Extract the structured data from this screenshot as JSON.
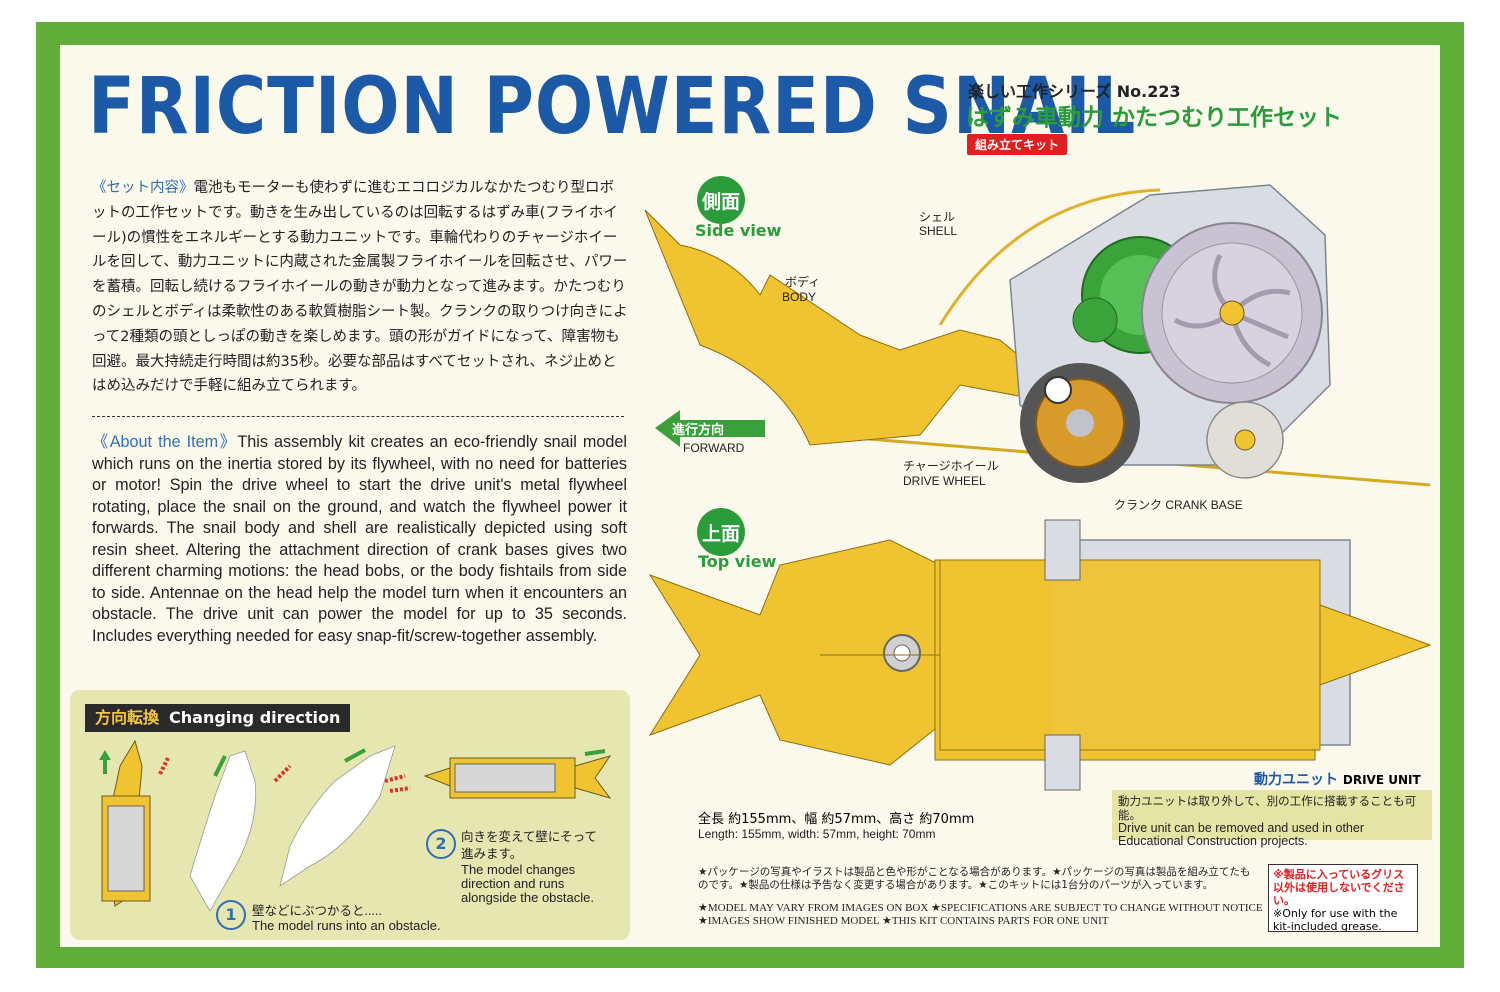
{
  "title": "FRICTION POWERED SNAIL",
  "series": "楽しい工作シリーズ No.223",
  "jp_title": "はずみ車動力 かたつむり工作セット",
  "kit_badge": "組み立てキット",
  "jp_desc_label": "《セット内容》",
  "jp_desc": "電池もモーターも使わずに進むエコロジカルなかたつむり型ロボットの工作セットです。動きを生み出しているのは回転するはずみ車(フライホイール)の慣性をエネルギーとする動力ユニットです。車輪代わりのチャージホイールを回して、動力ユニットに内蔵された金属製フライホイールを回転させ、パワーを蓄積。回転し続けるフライホイールの動きが動力となって進みます。かたつむりのシェルとボディは柔軟性のある軟質樹脂シート製。クランクの取りつけ向きによって2種類の頭としっぽの動きを楽しめます。頭の形がガイドになって、障害物も回避。最大持続走行時間は約35秒。必要な部品はすべてセットされ、ネジ止めとはめ込みだけで手軽に組み立てられます。",
  "en_desc_label": "《About the Item》",
  "en_desc": "This assembly kit creates an eco-friendly snail model which runs on the inertia stored by its flywheel, with no need for batteries or motor! Spin the drive wheel to start the drive unit's metal flywheel rotating, place the snail on the ground, and watch the flywheel power it forwards. The snail body and shell are realistically depicted using soft resin sheet. Altering the attachment direction of crank bases gives two different charming motions: the head bobs, or the body fishtails from side to side. Antennae on the head help the model turn when it encounters an obstacle. The drive unit can power the model for up to 35 seconds. Includes everything needed for easy snap-fit/screw-together assembly.",
  "direction": {
    "header_jp": "方向転換",
    "header_en": "Changing direction",
    "step1_num": "1",
    "step1_jp": "壁などにぶつかると.....",
    "step1_en": "The model runs into an obstacle.",
    "step2_num": "2",
    "step2_jp1": "向きを変えて壁にそって",
    "step2_jp2": "進みます。",
    "step2_en1": "The model changes",
    "step2_en2": "direction and runs",
    "step2_en3": "alongside the obstacle."
  },
  "side_view": {
    "jp": "側面",
    "en": "Side view",
    "shell_jp": "シェル",
    "shell_en": "SHELL",
    "body_jp": "ボディ",
    "body_en": "BODY",
    "forward_jp": "進行方向",
    "forward_en": "FORWARD",
    "wheel_jp": "チャージホイール",
    "wheel_en": "DRIVE WHEEL"
  },
  "top_view": {
    "jp": "上面",
    "en": "Top view",
    "crank_jp": "クランク",
    "crank_en": "CRANK BASE",
    "drive_jp": "動力ユニット",
    "drive_en": "DRIVE UNIT"
  },
  "dimensions_jp": "全長 約155mm、幅 約57mm、高さ 約70mm",
  "dimensions_en": "Length: 155mm, width: 57mm, height: 70mm",
  "note_jp": "動力ユニットは取り外して、別の工作に搭載することも可能。",
  "note_en": "Drive unit can be removed and used in other Educational Construction projects.",
  "disclaimer_jp": "★パッケージの写真やイラストは製品と色や形がことなる場合があります。★パッケージの写真は製品を組み立てたものです。★製品の仕様は予告なく変更する場合があります。★このキットには1台分のパーツが入っています。",
  "disclaimer_en": "★MODEL MAY VARY FROM IMAGES ON BOX ★SPECIFICATIONS ARE SUBJECT TO CHANGE WITHOUT NOTICE ★IMAGES SHOW FINISHED MODEL ★THIS KIT CONTAINS PARTS FOR ONE UNIT",
  "grease_jp": "※製品に入っているグリス以外は使用しないでください。",
  "grease_en": "※Only for use with the kit-included grease.",
  "colors": {
    "border": "#62ae3a",
    "title": "#1c5aa7",
    "snail_body": "#f0c431",
    "accent_green": "#2a9c3a",
    "accent_red": "#e02020"
  }
}
